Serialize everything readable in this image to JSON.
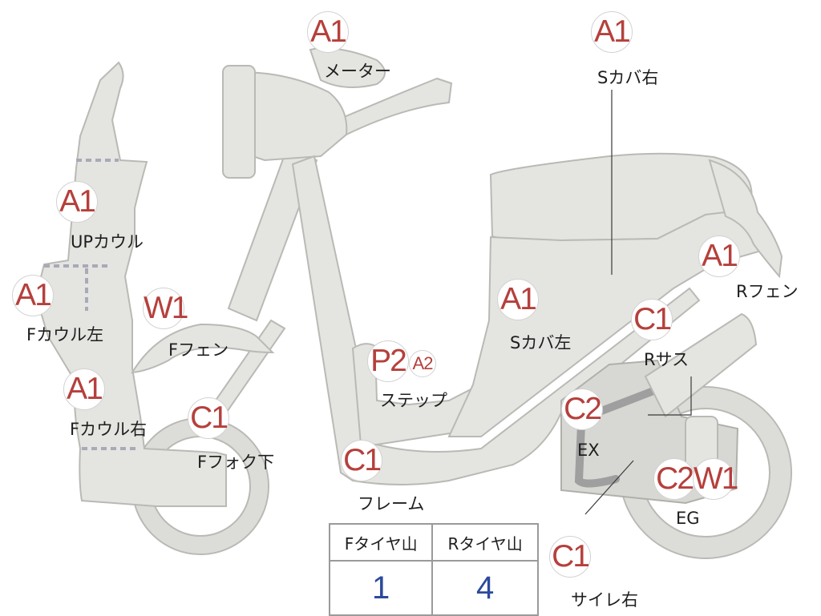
{
  "parts": {
    "meter": {
      "grade": "A1",
      "label": "メーター"
    },
    "side_cover_right": {
      "grade": "A1",
      "label": "Sカバ右"
    },
    "upper_cowl": {
      "grade": "A1",
      "label": "UPカウル"
    },
    "front_cowl_left": {
      "grade": "A1",
      "label": "Fカウル左"
    },
    "front_cowl_right": {
      "grade": "A1",
      "label": "Fカウル右"
    },
    "front_fender": {
      "grade": "W1",
      "label": "Fフェン"
    },
    "front_fork_lower": {
      "grade": "C1",
      "label": "Fフォク下"
    },
    "step": {
      "grade": "P2",
      "grade2": "A2",
      "label": "ステップ"
    },
    "frame": {
      "grade": "C1",
      "label": "フレーム"
    },
    "side_cover_left": {
      "grade": "A1",
      "label": "Sカバ左"
    },
    "rear_fender": {
      "grade": "A1",
      "label": "Rフェン"
    },
    "rear_suspension": {
      "grade": "C1",
      "label": "Rサス"
    },
    "exhaust": {
      "grade": "C2",
      "label": "EX"
    },
    "engine": {
      "grade": "C2",
      "grade2": "W1",
      "label": "EG"
    },
    "muffler_right": {
      "grade": "C1",
      "label": "サイレ右"
    }
  },
  "tire_table": {
    "headers": [
      "Fタイヤ山",
      "Rタイヤ山"
    ],
    "values": [
      "1",
      "4"
    ]
  },
  "colors": {
    "grade_text": "#b5403c",
    "tire_value": "#2c4a9c",
    "part_fill": "#e4e4e1"
  }
}
